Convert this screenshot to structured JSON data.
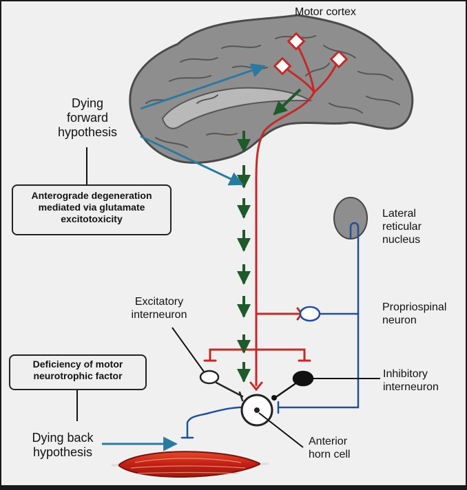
{
  "labels": {
    "motor_cortex": "Motor cortex",
    "dying_forward": [
      "Dying",
      "forward",
      "hypothesis"
    ],
    "anterograde_box": [
      "Anterograde degeneration",
      "mediated via glutamate",
      "excitotoxicity"
    ],
    "lateral_reticular": [
      "Lateral",
      "reticular",
      "nucleus"
    ],
    "excitatory_interneuron": [
      "Excitatory",
      "interneuron"
    ],
    "propriospinal": [
      "Propriospinal",
      "neuron"
    ],
    "deficiency_box": [
      "Deficiency of motor",
      "neurotrophic factor"
    ],
    "inhibitory_interneuron": [
      "Inhibitory",
      "interneuron"
    ],
    "dying_back": [
      "Dying back",
      "hypothesis"
    ],
    "anterior_horn": [
      "Anterior",
      "horn cell"
    ]
  },
  "colors": {
    "background": "#f0f0f0",
    "brain": "#8e8e8e",
    "upper_motor_neuron": "#c62828",
    "lower_motor_neuron": "#1f4e9c",
    "degeneration_arrow": "#1f5a2a",
    "hypothesis_arrow": "#2a7aa0",
    "muscle": "#d32f1f"
  }
}
